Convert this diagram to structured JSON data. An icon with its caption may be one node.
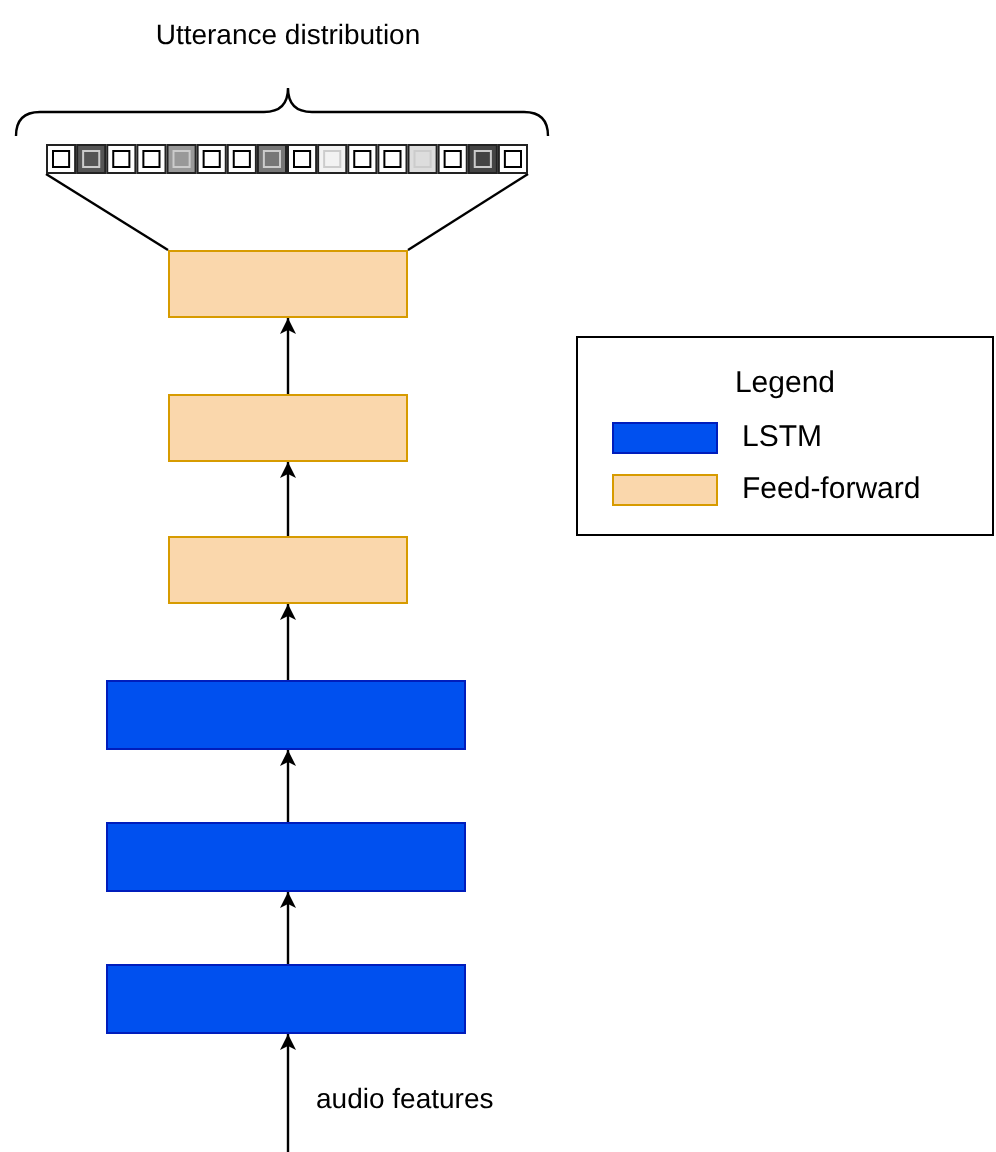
{
  "diagram": {
    "nodes": [
      {
        "text": [],
        "shape": "bar"
      },
      {
        "text": [],
        "shape": "box"
      },
      {
        "text": [],
        "shape": "box"
      },
      {
        "text": [],
        "shape": "box"
      },
      {
        "text": [],
        "shape": "box"
      },
      {
        "text": [],
        "shape": "box"
      },
      {
        "text": [],
        "shape": "box"
      }
    ],
    "edges": [
      {
        "from": null,
        "to": 6,
        "arrow": "to",
        "label": "audio features"
      },
      {
        "from": 6,
        "to": 5,
        "arrow": "to"
      },
      {
        "from": 5,
        "to": 4,
        "arrow": "to"
      },
      {
        "from": 4,
        "to": 3,
        "arrow": "to"
      },
      {
        "from": 3,
        "to": 2,
        "arrow": "to"
      },
      {
        "from": 2,
        "to": 1,
        "arrow": "to"
      },
      {
        "from": 1,
        "to": 0,
        "arrow": "none"
      },
      {
        "from": 1,
        "to": 0,
        "arrow": "none"
      }
    ],
    "labels": [
      "Utterance distribution",
      "Legend"
    ],
    "legend": [
      {
        "text": "LSTM",
        "color": "#0050ef"
      },
      {
        "text": "Feed-forward",
        "color": "#fad7ac"
      }
    ]
  }
}
